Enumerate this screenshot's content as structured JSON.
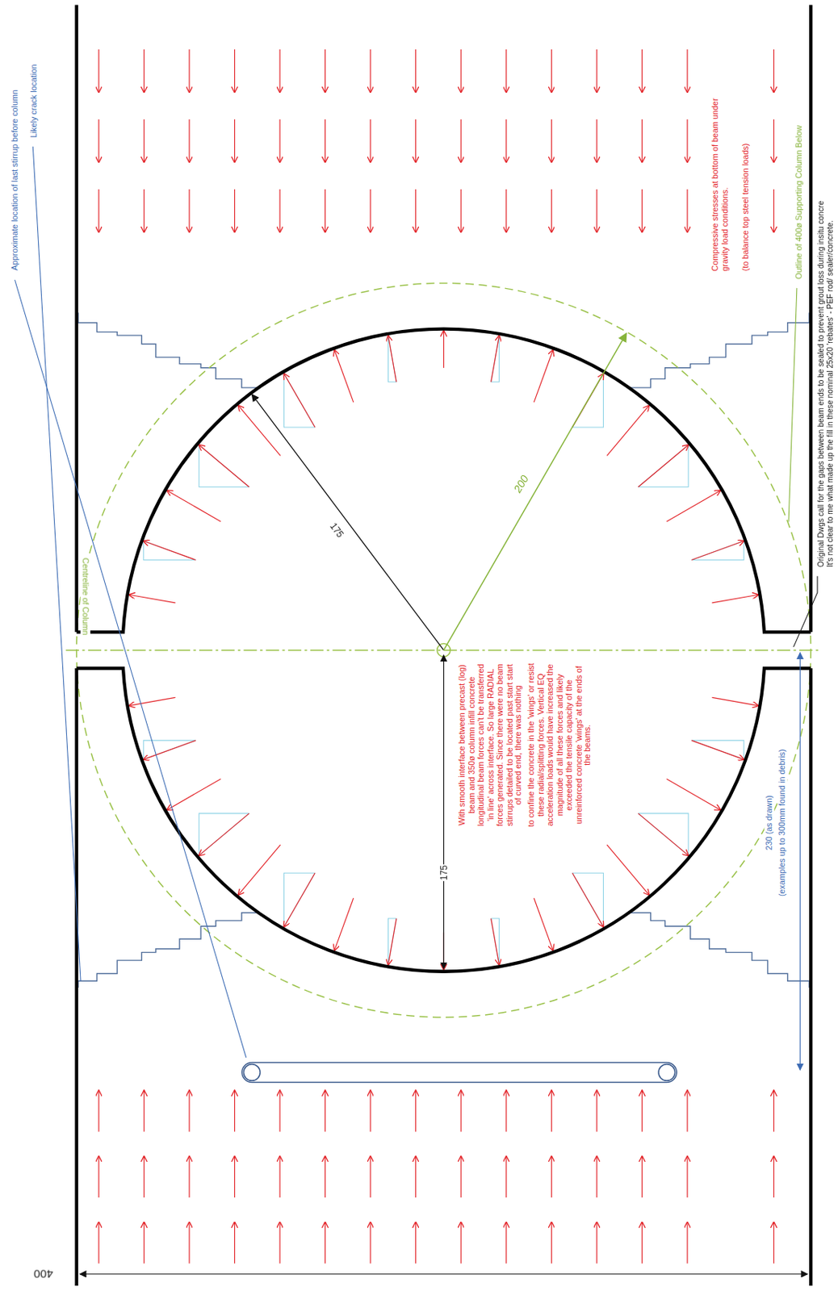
{
  "diagram": {
    "labels": [
      "Original Dwgs call for the gaps between beam ends to be sealed to prevent grout loss during insitu concre",
      "It's not clear to me what made up the fill in these nominal 25x20 'rebates' - PEF rod/ sealer/concrete.",
      "Approximate location of last stirrup before column",
      "Likely crack location",
      "Centreline of Column",
      "Compressive stresses at bottom of beam under gravity load conditions.",
      "(to balance top steel tension loads)",
      "175",
      "200",
      "Outline of 400ø Supporting Column Below",
      "With smooth interface between precast (log) beam and 350ø column infill concrete longitudinal beam forces can't be transferred 'in line' across interface. So large RADIAL forces generated. Since there were no beam stirrups detailed to be located past start start of curved end, there was nothing",
      "175",
      "to confine the concrete in the 'wings' or resist these radial/splitting forces. Vertical EQ acceleration loads would have increased the magnitude of all these forces and likely exceeded the tensile capacity of the unreinforced concrete 'wings' at the ends of the beams.",
      "230 (as drawn)",
      "(examples up to 300mm found in debris)",
      "400"
    ]
  }
}
